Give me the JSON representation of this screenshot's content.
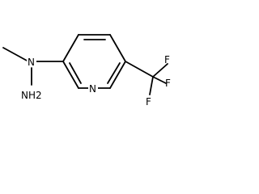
{
  "molecule": {
    "atoms": {
      "pyridine_n": "N",
      "hydrazine_n": "N",
      "amine": "NH2",
      "fluorine_1": "F",
      "fluorine_2": "F",
      "fluorine_3": "F"
    }
  },
  "colors": {
    "bond": "#000000",
    "label": "#000000",
    "background": "#ffffff"
  }
}
